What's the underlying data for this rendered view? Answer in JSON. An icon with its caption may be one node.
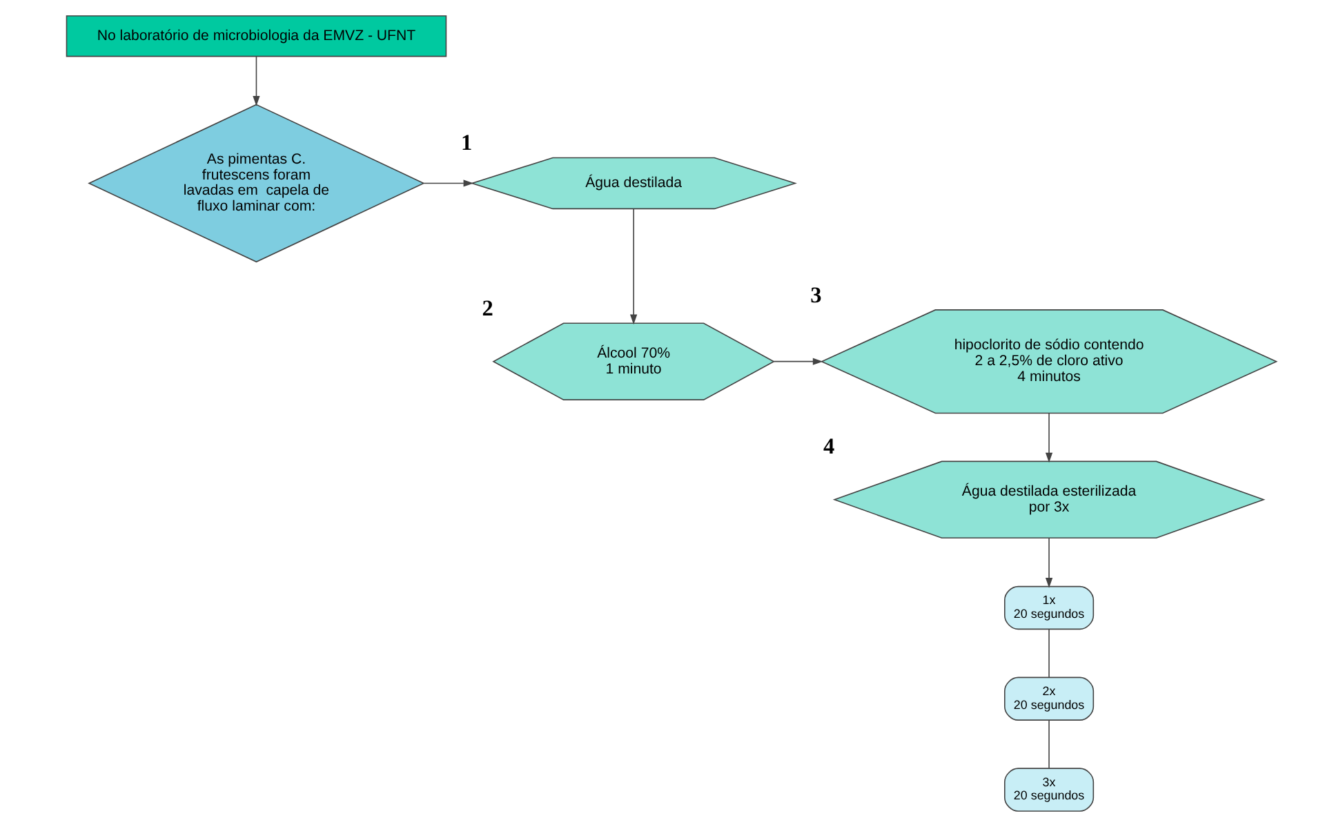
{
  "diagram": {
    "nodes": [
      {
        "text": [
          "No laboratório de microbiologia da EMVZ - UFNT"
        ]
      },
      {
        "text": [
          "Água destilada"
        ],
        "beside": [
          "1"
        ]
      },
      {
        "text": [
          "As pimentas C. frutescens foram lavadas em  capela de fluxo laminar com:"
        ]
      },
      {
        "text": [
          "Álcool 70%",
          "1 minuto"
        ],
        "beside": [
          "2"
        ]
      },
      {
        "text": [
          "hipoclorito de sódio contendo",
          "2 a 2,5% de cloro ativo",
          "4 minutos"
        ],
        "beside": [
          "3"
        ]
      },
      {
        "text": [
          "Água destilada esterilizada",
          "por 3x"
        ],
        "beside": [
          "4"
        ]
      },
      {
        "text": [
          "1x",
          "20 segundos"
        ]
      },
      {
        "text": [
          "2x",
          "20 segundos"
        ]
      },
      {
        "text": [
          "3x",
          "20 segundos"
        ]
      }
    ],
    "edges": [
      {
        "from": 0,
        "to": 2,
        "arrow": "to"
      },
      {
        "from": 2,
        "to": 1,
        "arrow": "to"
      },
      {
        "from": 1,
        "to": 3,
        "arrow": "to"
      },
      {
        "from": 3,
        "to": 4,
        "arrow": "to"
      },
      {
        "from": 4,
        "to": 5,
        "arrow": "to"
      },
      {
        "from": 5,
        "to": 6,
        "arrow": "to"
      },
      {
        "from": 6,
        "to": 7,
        "arrow": "none"
      },
      {
        "from": 7,
        "to": 8,
        "arrow": "none"
      }
    ]
  }
}
